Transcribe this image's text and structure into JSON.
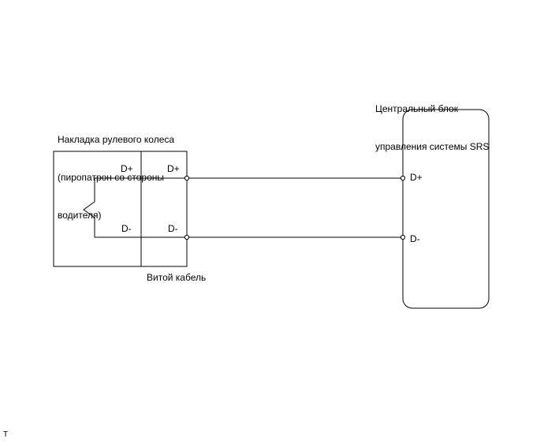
{
  "airbag_label": {
    "line1": "Накладка рулевого колеса",
    "line2": "(пиропатрон со стороны",
    "line3": "водителя)"
  },
  "airbag_pins": {
    "plus": "D+",
    "minus": "D-"
  },
  "spiral_label": "Витой кабель",
  "spiral_pins": {
    "plus": "D+",
    "minus": "D-"
  },
  "ecu_label": {
    "line1": "Центральный блок",
    "line2": "управления системы SRS"
  },
  "ecu_pins": {
    "plus": "D+",
    "minus": "D-"
  },
  "corner_mark": "T"
}
